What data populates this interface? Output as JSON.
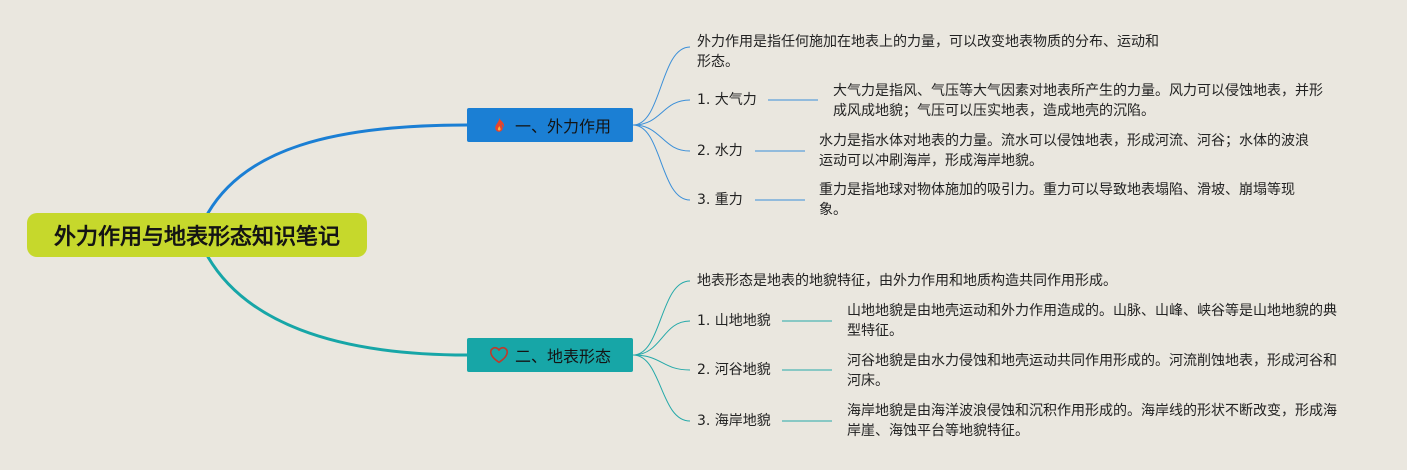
{
  "root": {
    "title": "外力作用与地表形态知识笔记"
  },
  "branches": [
    {
      "title": "一、外力作用",
      "icon": "fire-icon",
      "lead": "外力作用是指任何施加在地表上的力量，可以改变地表物质的分布、运动和形态。",
      "items": [
        {
          "label": "1. 大气力",
          "detail": "大气力是指风、气压等大气因素对地表所产生的力量。风力可以侵蚀地表，并形成风成地貌；气压可以压实地表，造成地壳的沉陷。"
        },
        {
          "label": "2. 水力",
          "detail": "水力是指水体对地表的力量。流水可以侵蚀地表，形成河流、河谷；水体的波浪运动可以冲刷海岸，形成海岸地貌。"
        },
        {
          "label": "3. 重力",
          "detail": "重力是指地球对物体施加的吸引力。重力可以导致地表塌陷、滑坡、崩塌等现象。"
        }
      ]
    },
    {
      "title": "二、地表形态",
      "icon": "heart-icon",
      "lead": "地表形态是地表的地貌特征，由外力作用和地质构造共同作用形成。",
      "items": [
        {
          "label": "1. 山地地貌",
          "detail": "山地地貌是由地壳运动和外力作用造成的。山脉、山峰、峡谷等是山地地貌的典型特征。"
        },
        {
          "label": "2. 河谷地貌",
          "detail": "河谷地貌是由水力侵蚀和地壳运动共同作用形成的。河流削蚀地表，形成河谷和河床。"
        },
        {
          "label": "3. 海岸地貌",
          "detail": "海岸地貌是由海洋波浪侵蚀和沉积作用形成的。海岸线的形状不断改变，形成海岸崖、海蚀平台等地貌特征。"
        }
      ]
    }
  ],
  "colors": {
    "background": "#eae7df",
    "root": "#c6d82c",
    "branch_1": "#1b7fd4",
    "branch_2": "#17a6a7",
    "fire": "#e8442a",
    "heart": "#c0392b"
  }
}
